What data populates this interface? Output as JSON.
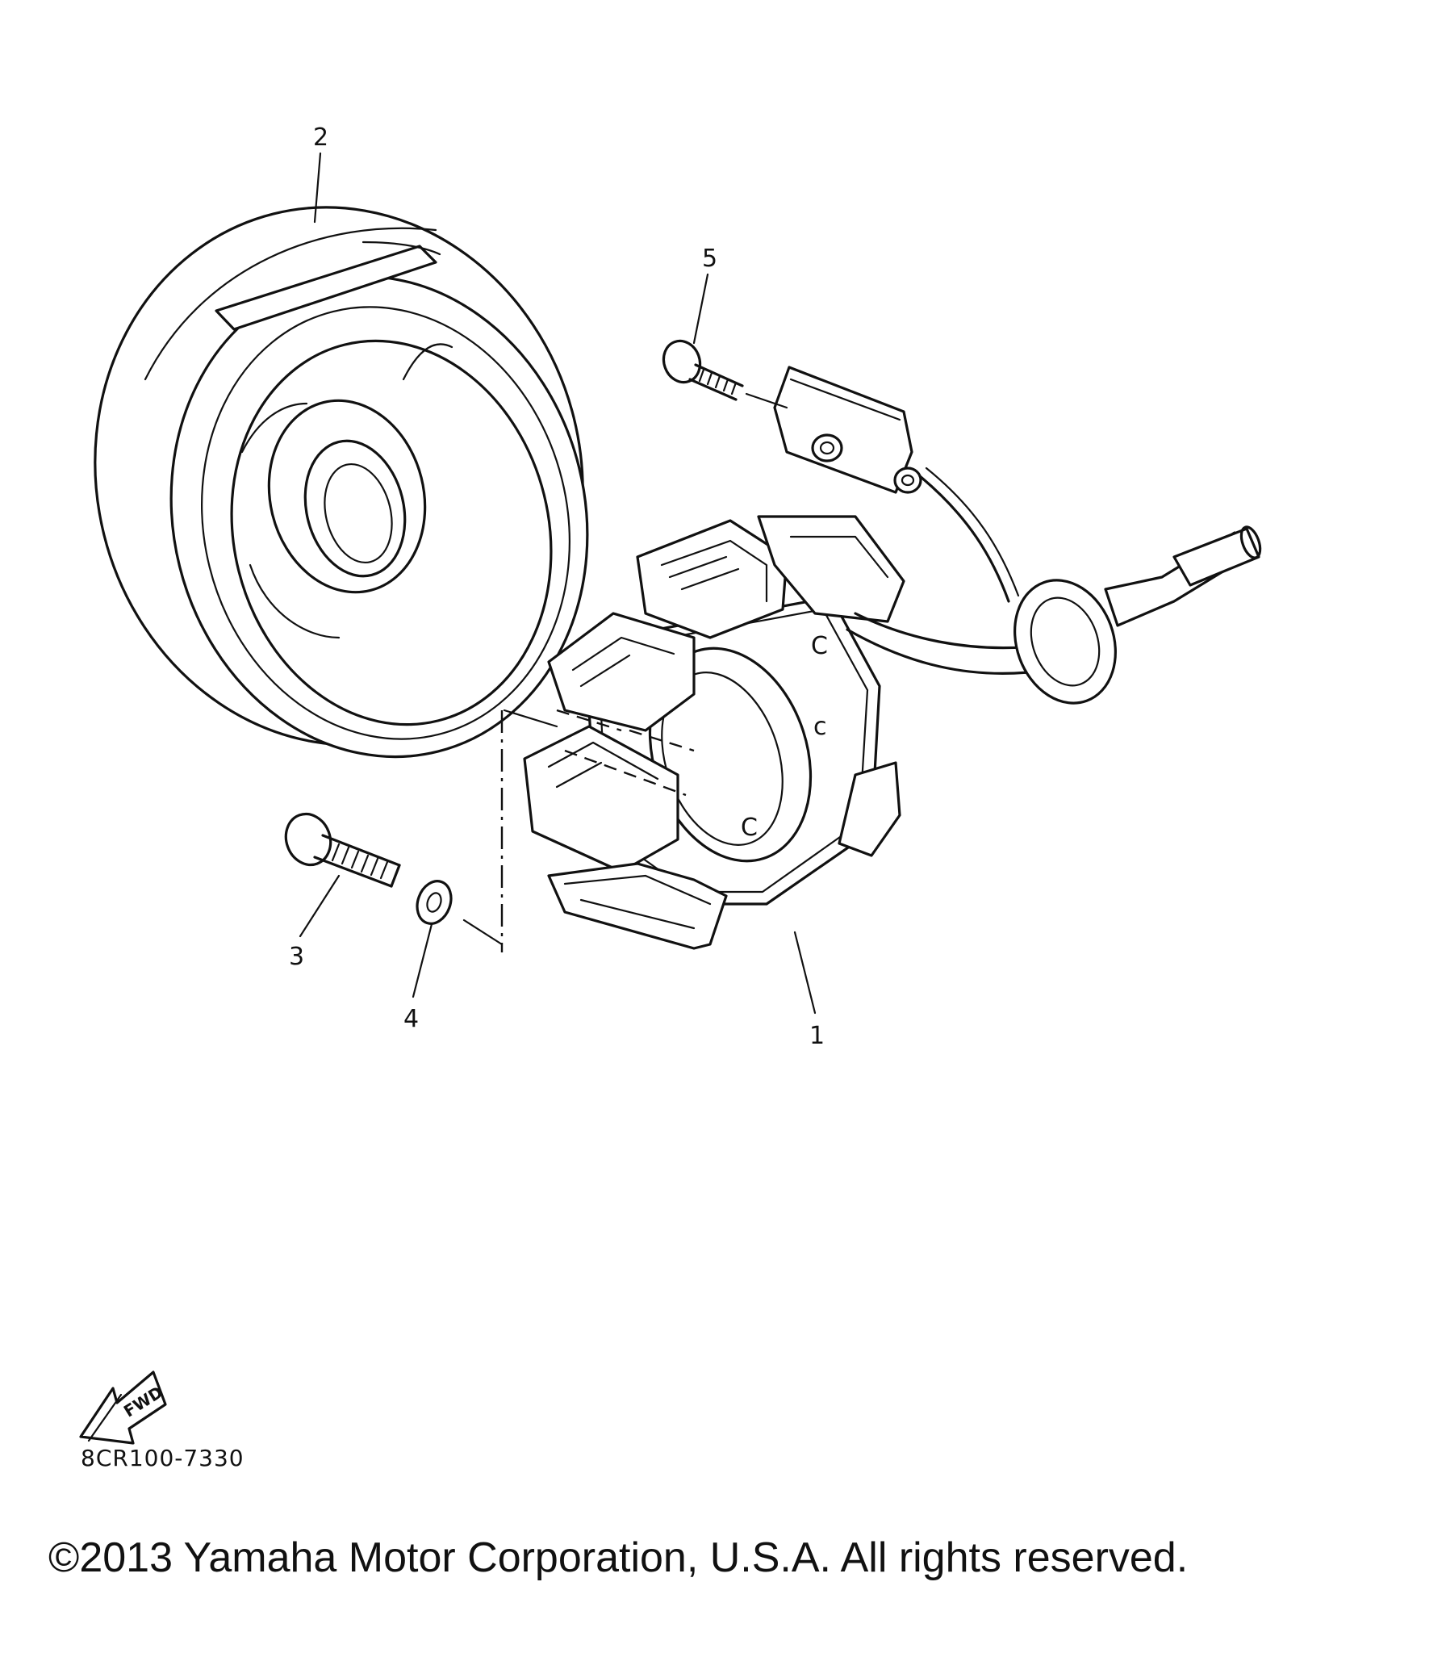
{
  "callouts": {
    "c1": "1",
    "c2": "2",
    "c3": "3",
    "c4": "4",
    "c5": "5"
  },
  "fwd_badge": "FWD",
  "diagram_code": "8CR100-7330",
  "copyright": "©2013 Yamaha Motor Corporation, U.S.A. All rights reserved."
}
